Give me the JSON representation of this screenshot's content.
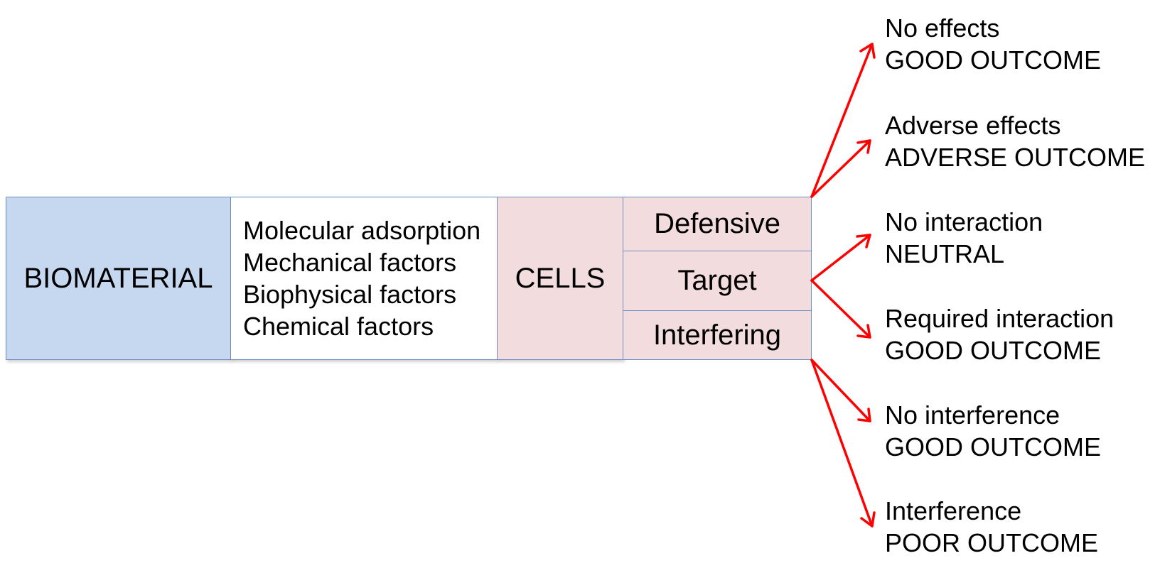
{
  "biomaterial": {
    "label": "BIOMATERIAL"
  },
  "factors": {
    "items": [
      "Molecular adsorption",
      "Mechanical factors",
      "Biophysical factors",
      "Chemical factors"
    ]
  },
  "cells": {
    "label": "CELLS",
    "types": [
      "Defensive",
      "Target",
      "Interfering"
    ]
  },
  "outcomes": [
    {
      "line1": "No effects",
      "line2": "GOOD OUTCOME"
    },
    {
      "line1": "Adverse effects",
      "line2": "ADVERSE OUTCOME"
    },
    {
      "line1": "No interaction",
      "line2": "NEUTRAL"
    },
    {
      "line1": "Required interaction",
      "line2": "GOOD OUTCOME"
    },
    {
      "line1": "No interference",
      "line2": "GOOD OUTCOME"
    },
    {
      "line1": "Interference",
      "line2": "POOR OUTCOME"
    }
  ],
  "colors": {
    "biomaterial_fill": "#c6d8f0",
    "cells_fill": "#f2dcdd",
    "box_border": "#6f8fc0",
    "arrow": "#ff0000"
  }
}
